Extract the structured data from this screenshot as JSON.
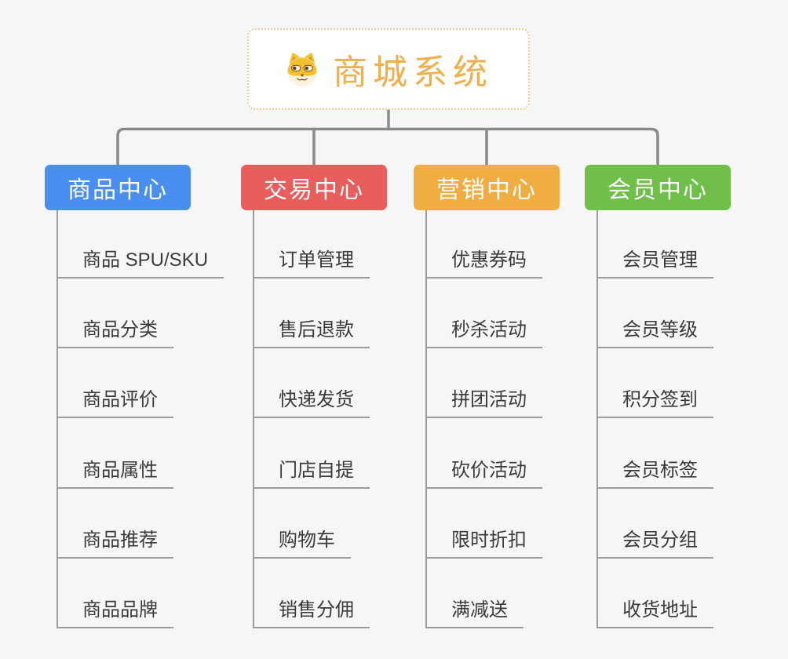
{
  "page": {
    "background": "#f6f6f6",
    "connector_color": "#8a8a8a",
    "branch_line_color": "#9c9c9c",
    "item_text_color": "#3a3a3a"
  },
  "root": {
    "label": "商城系统",
    "icon": "shiba-dog-icon",
    "text_color": "#f0ae4d",
    "bg_color": "#ffffff",
    "border_color": "#f3cd8e"
  },
  "branches": [
    {
      "label": "商品中心",
      "color": "#4a8ef0",
      "children": [
        "商品 SPU/SKU",
        "商品分类",
        "商品评价",
        "商品属性",
        "商品推荐",
        "商品品牌"
      ]
    },
    {
      "label": "交易中心",
      "color": "#e85e5c",
      "children": [
        "订单管理",
        "售后退款",
        "快递发货",
        "门店自提",
        "购物车",
        "销售分佣"
      ]
    },
    {
      "label": "营销中心",
      "color": "#efad42",
      "children": [
        "优惠券码",
        "秒杀活动",
        "拼团活动",
        "砍价活动",
        "限时折扣",
        "满减送"
      ]
    },
    {
      "label": "会员中心",
      "color": "#6fbf4a",
      "children": [
        "会员管理",
        "会员等级",
        "积分签到",
        "会员标签",
        "会员分组",
        "收货地址"
      ]
    }
  ]
}
